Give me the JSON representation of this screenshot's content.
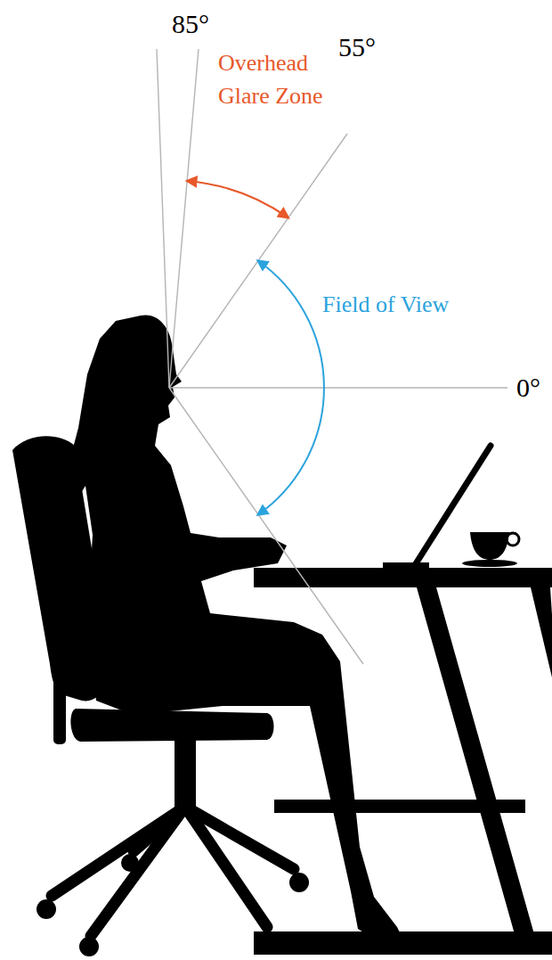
{
  "diagram": {
    "labels": [
      "85°",
      "Overhead Glare Zone",
      "55°",
      "Field of View",
      "0°"
    ]
  }
}
